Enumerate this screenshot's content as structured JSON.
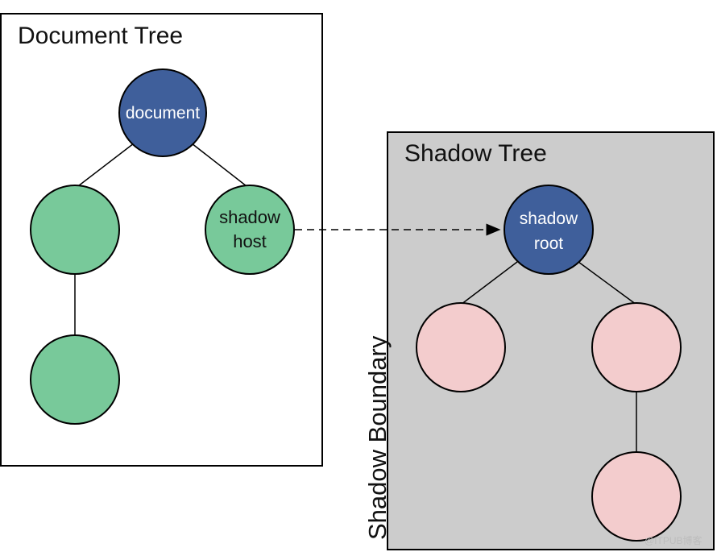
{
  "document_tree": {
    "title": "Document Tree",
    "root_label": "document",
    "host_label_line1": "shadow",
    "host_label_line2": "host"
  },
  "shadow_tree": {
    "title": "Shadow Tree",
    "root_label_line1": "shadow",
    "root_label_line2": "root"
  },
  "boundary_label": "Shadow Boundary",
  "watermark": "@ITPUB博客",
  "colors": {
    "root_node": "#3f5f9b",
    "light_dom_node": "#78c99a",
    "shadow_dom_node": "#f3cccd",
    "shadow_tree_fill": "#cccccc",
    "outline": "#000000"
  }
}
